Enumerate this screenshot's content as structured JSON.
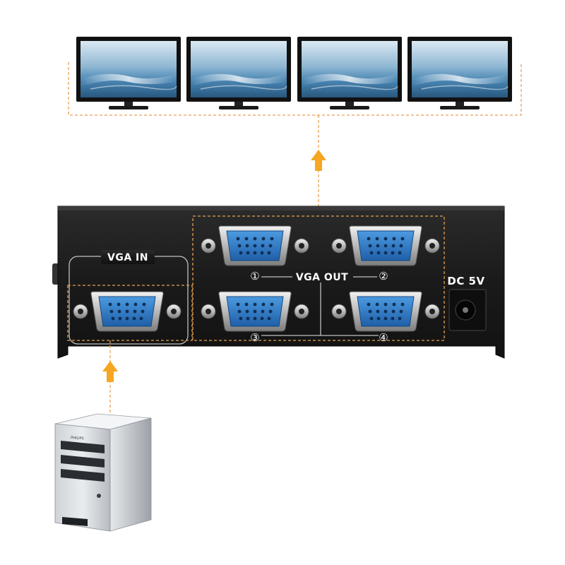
{
  "device": {
    "input_label": "VGA IN",
    "output_label": "VGA OUT",
    "power_label": "DC 5V",
    "output_port_numbers": [
      "①",
      "②",
      "③",
      "④"
    ]
  },
  "pc": {
    "brand_label": "PHILIPS"
  },
  "colors": {
    "flow_arrow": "#f5a623",
    "dashed_connector": "#e8a050",
    "device_body": "#1c1c1c",
    "vga_connector": "#2f7fd0",
    "monitor_screen": "#4a8ab5"
  },
  "monitors": [
    {
      "name": "monitor-1"
    },
    {
      "name": "monitor-2"
    },
    {
      "name": "monitor-3"
    },
    {
      "name": "monitor-4"
    }
  ]
}
